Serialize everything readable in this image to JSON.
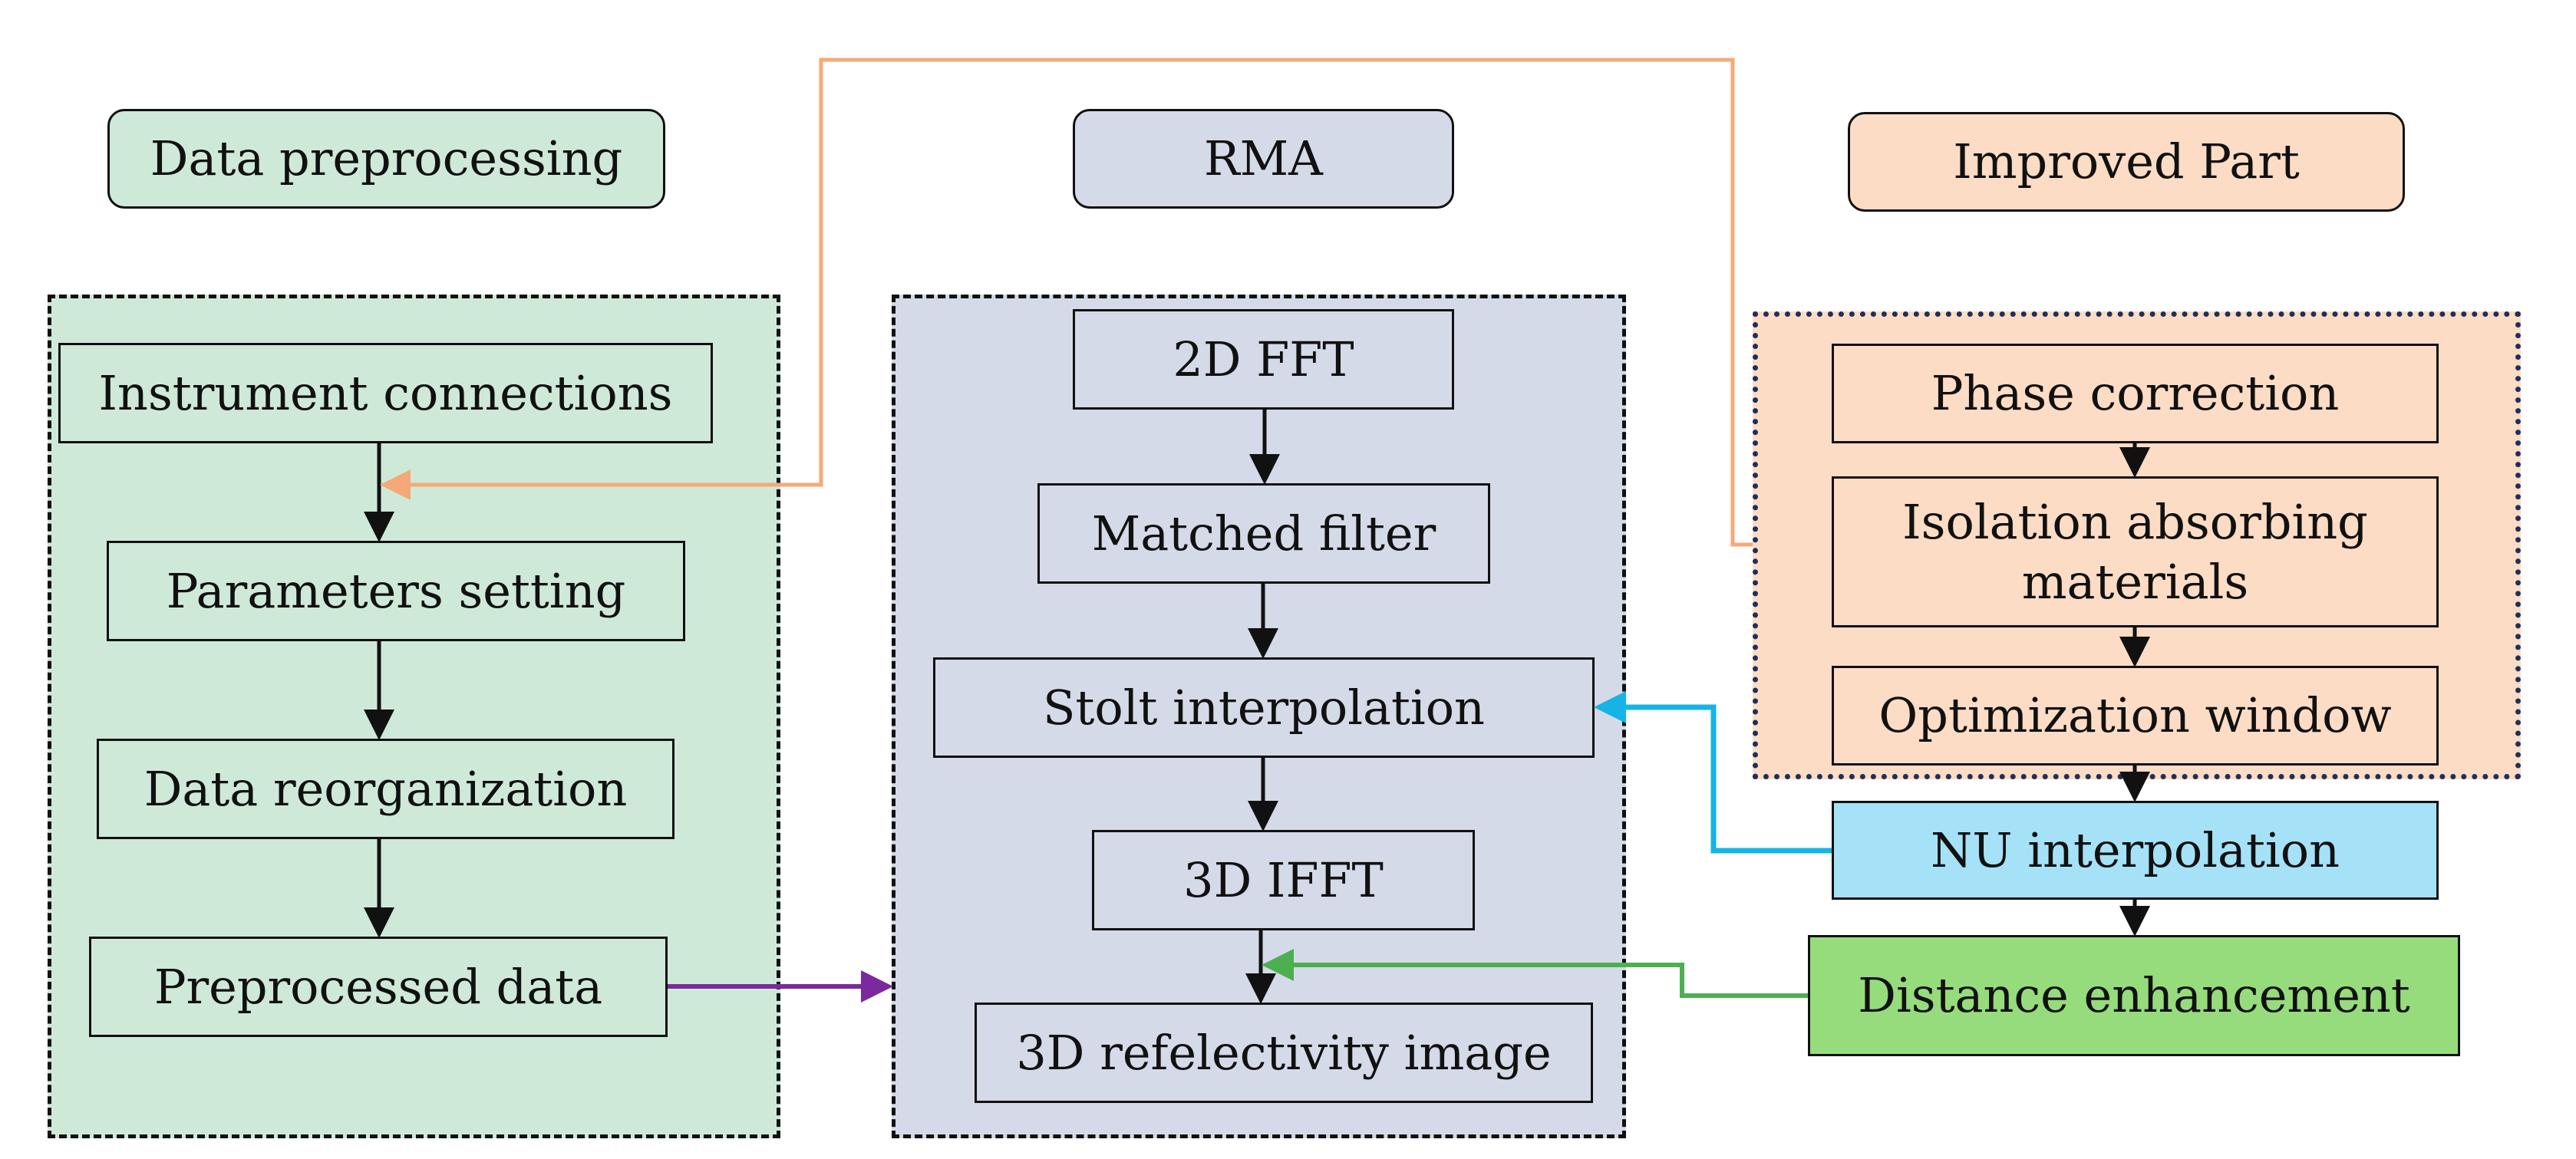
{
  "headers": {
    "data_preprocessing": "Data preprocessing",
    "rma": "RMA",
    "improved_part": "Improved Part"
  },
  "preprocessing_steps": [
    "Instrument connections",
    "Parameters setting",
    "Data reorganization",
    "Preprocessed data"
  ],
  "rma_steps": [
    "2D FFT",
    "Matched filter",
    "Stolt interpolation",
    "3D IFFT",
    "3D refelectivity image"
  ],
  "improved_steps": [
    "Phase correction",
    "Isolation absorbing materials",
    "Optimization window"
  ],
  "extra_steps": {
    "nu_interpolation": "NU interpolation",
    "distance_enhancement": "Distance enhancement"
  },
  "colors": {
    "preprocessing_fill": "#cfe9d9",
    "rma_fill": "#d5dae8",
    "improved_fill": "#fcdcc4",
    "nu_fill": "#a6e2f7",
    "distance_fill": "#96dc7c",
    "orange_arrow": "#f5a978",
    "cyan_arrow": "#16b4e6",
    "green_arrow": "#4caf50",
    "purple_arrow": "#7a2a9c",
    "improved_border": "#1f2f5a"
  }
}
